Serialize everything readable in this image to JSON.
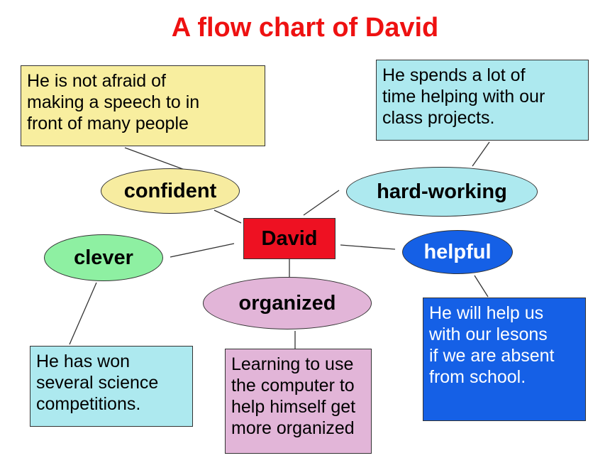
{
  "title": "A flow chart of David",
  "center": {
    "label": "David"
  },
  "traits": {
    "confident": {
      "label": "confident",
      "color": "#f7eca0"
    },
    "hard_working": {
      "label": "hard-working",
      "color": "#ade9ef"
    },
    "clever": {
      "label": "clever",
      "color": "#8ef0a2"
    },
    "helpful": {
      "label": "helpful",
      "color": "#1560e6"
    },
    "organized": {
      "label": "organized",
      "color": "#e2b5d8"
    }
  },
  "notes": {
    "confident": [
      "He is not afraid of",
      "making a speech to in",
      "front of many people"
    ],
    "hard_working": [
      "He spends a lot of",
      "time helping with our",
      "class projects."
    ],
    "clever": [
      "He has won",
      "several science",
      "competitions."
    ],
    "organized": [
      "Learning to use",
      "the computer to",
      "help himself get",
      "more organized"
    ],
    "helpful": [
      "He will help us",
      "with our lesons",
      "if we are absent",
      "from school."
    ]
  },
  "colors": {
    "title": "#ee1111",
    "center": "#ee1122"
  }
}
